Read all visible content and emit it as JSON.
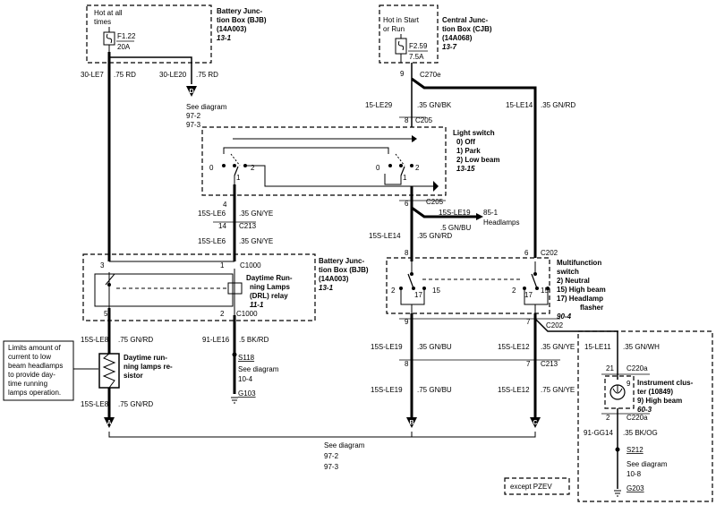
{
  "bjb_top": {
    "title1": "Battery Junc-",
    "title2": "tion Box (BJB)",
    "title3": "(14A003)",
    "ref": "13-1",
    "hot1": "Hot at all",
    "hot2": "times",
    "fuse": "F1.22",
    "amps": "20A"
  },
  "cjb": {
    "title1": "Central Junc-",
    "title2": "tion Box (CJB)",
    "title3": "(14A068)",
    "ref": "13-7",
    "hot1": "Hot in Start",
    "hot2": "or Run",
    "fuse": "F2.59",
    "amps": "7.5A"
  },
  "light_switch": {
    "title": "Light switch",
    "p0": "0)   Off",
    "p1": "1)   Park",
    "p2": "2)   Low beam",
    "ref": "13-15",
    "pos0": "0",
    "pos1": "1",
    "pos2": "2",
    "pos0b": "0",
    "pos1b": "1",
    "pos2b": "2"
  },
  "bjb_mid": {
    "title1": "Battery Junc-",
    "title2": "tion Box (BJB)",
    "title3": "(14A003)",
    "ref": "13-1"
  },
  "drl": {
    "title1": "Daytime Run-",
    "title2": "ning Lamps",
    "title3": "(DRL) relay",
    "ref": "11-1",
    "pin3": "3",
    "pin1": "1",
    "pin5": "5",
    "pin2": "2"
  },
  "multi": {
    "title1": "Multifunction",
    "title2": "switch",
    "p2": "2)   Neutral",
    "p15": "15)  High beam",
    "p17a": "17)  Headlamp",
    "p17b": "flasher",
    "ref": "90-4",
    "l2": "2",
    "l17": "17",
    "l15": "15",
    "r2": "2",
    "r17": "17",
    "r15": "15"
  },
  "cluster": {
    "title1": "Instrument clus-",
    "title2": "ter (10849)",
    "p9": "9)   High beam",
    "ref": "60-3",
    "pin9": "9"
  },
  "resistor": {
    "label1": "Daytime run-",
    "label2": "ning lamps re-",
    "label3": "sistor"
  },
  "note": {
    "l1": "Limits amount of",
    "l2": "current to low",
    "l3": "beam headlamps",
    "l4": "to provide day-",
    "l5": "time running",
    "l6": "lamps operation."
  },
  "except": "except PZEV",
  "wires": {
    "w1_id": "30-LE7",
    "w1_spec": ".75 RD",
    "w2_id": "30-LE20",
    "w2_spec": ".75 RD",
    "w3_id": "15-LE29",
    "w3_spec": ".35 GN/BK",
    "w4_id": "15-LE14",
    "w4_spec": ".35 GN/RD",
    "w5_id": "15S-LE6",
    "w5_spec": ".35 GN/YE",
    "w6_id": "15S-LE6",
    "w6_spec": ".35 GN/YE",
    "w7_id": "15S-LE19",
    "w7_spec": ".5 GN/BU",
    "w8_id": "15S-LE14",
    "w8_spec": ".35 GN/RD",
    "w9_id": "15S-LE8",
    "w9_spec": ".75 GN/RD",
    "w10_id": "91-LE16",
    "w10_spec": ".5 BK/RD",
    "w11_id": "15S-LE19",
    "w11_spec": ".35 GN/BU",
    "w12_id": "15S-LE12",
    "w12_spec": ".35 GN/YE",
    "w13_id": "15-LE11",
    "w13_spec": ".35 GN/WH",
    "w14_id": "15S-LE8",
    "w14_spec": ".75 GN/RD",
    "w15_id": "15S-LE19",
    "w15_spec": ".75 GN/BU",
    "w16_id": "15S-LE12",
    "w16_spec": ".75 GN/YE",
    "w17_id": "91-GG14",
    "w17_spec": ".35 BK/OG"
  },
  "connectors": {
    "c270e": "C270e",
    "c205a": "C205",
    "c205b": "C205",
    "c213a": "C213",
    "c1000a": "C1000",
    "c1000b": "C1000",
    "c202a": "C202",
    "c202b": "C202",
    "c213b": "C213",
    "c220a1": "C220a",
    "c220a2": "C220a",
    "s118": "S118",
    "s212": "S212",
    "g103": "G103",
    "g203": "G203"
  },
  "pins": {
    "p9": "9",
    "p8": "8",
    "p4": "4",
    "p14": "14",
    "p6a": "6",
    "p8b": "8",
    "p6b": "6",
    "p9b": "9",
    "p7": "7",
    "p8c": "8",
    "p7b": "7",
    "p21": "21",
    "p2": "2"
  },
  "refs": {
    "d_see": "See diagram",
    "d_r1": "97-2",
    "d_r2": "97-3",
    "hl_ref": "85-1",
    "hl_label": "Headlamps",
    "s118_see": "See diagram",
    "s118_ref": "10-4",
    "s212_see": "See diagram",
    "s212_ref": "10-8",
    "bot_see": "See diagram",
    "bot_r1": "97-2",
    "bot_r2": "97-3"
  },
  "arrows": {
    "a": "A",
    "b": "B",
    "c": "C",
    "d": "D"
  }
}
